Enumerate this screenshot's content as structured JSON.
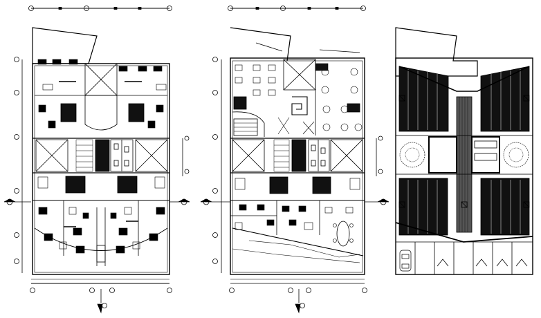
{
  "drawing": {
    "panels": [
      {
        "id": "plan-a",
        "kind": "furniture-layout"
      },
      {
        "id": "plan-b",
        "kind": "furniture-layout"
      },
      {
        "id": "plan-c",
        "kind": "hatched-roof-plan"
      }
    ],
    "grid_bubbles_top": [
      "",
      "",
      "",
      "",
      ""
    ],
    "grid_bubbles_left": [
      "",
      "",
      "",
      "",
      "",
      "",
      ""
    ],
    "north_arrow": {
      "label": ""
    },
    "section_marks": [
      "",
      ""
    ],
    "colors": {
      "ink": "#000000",
      "paper": "#ffffff",
      "fill": "#111111"
    }
  }
}
